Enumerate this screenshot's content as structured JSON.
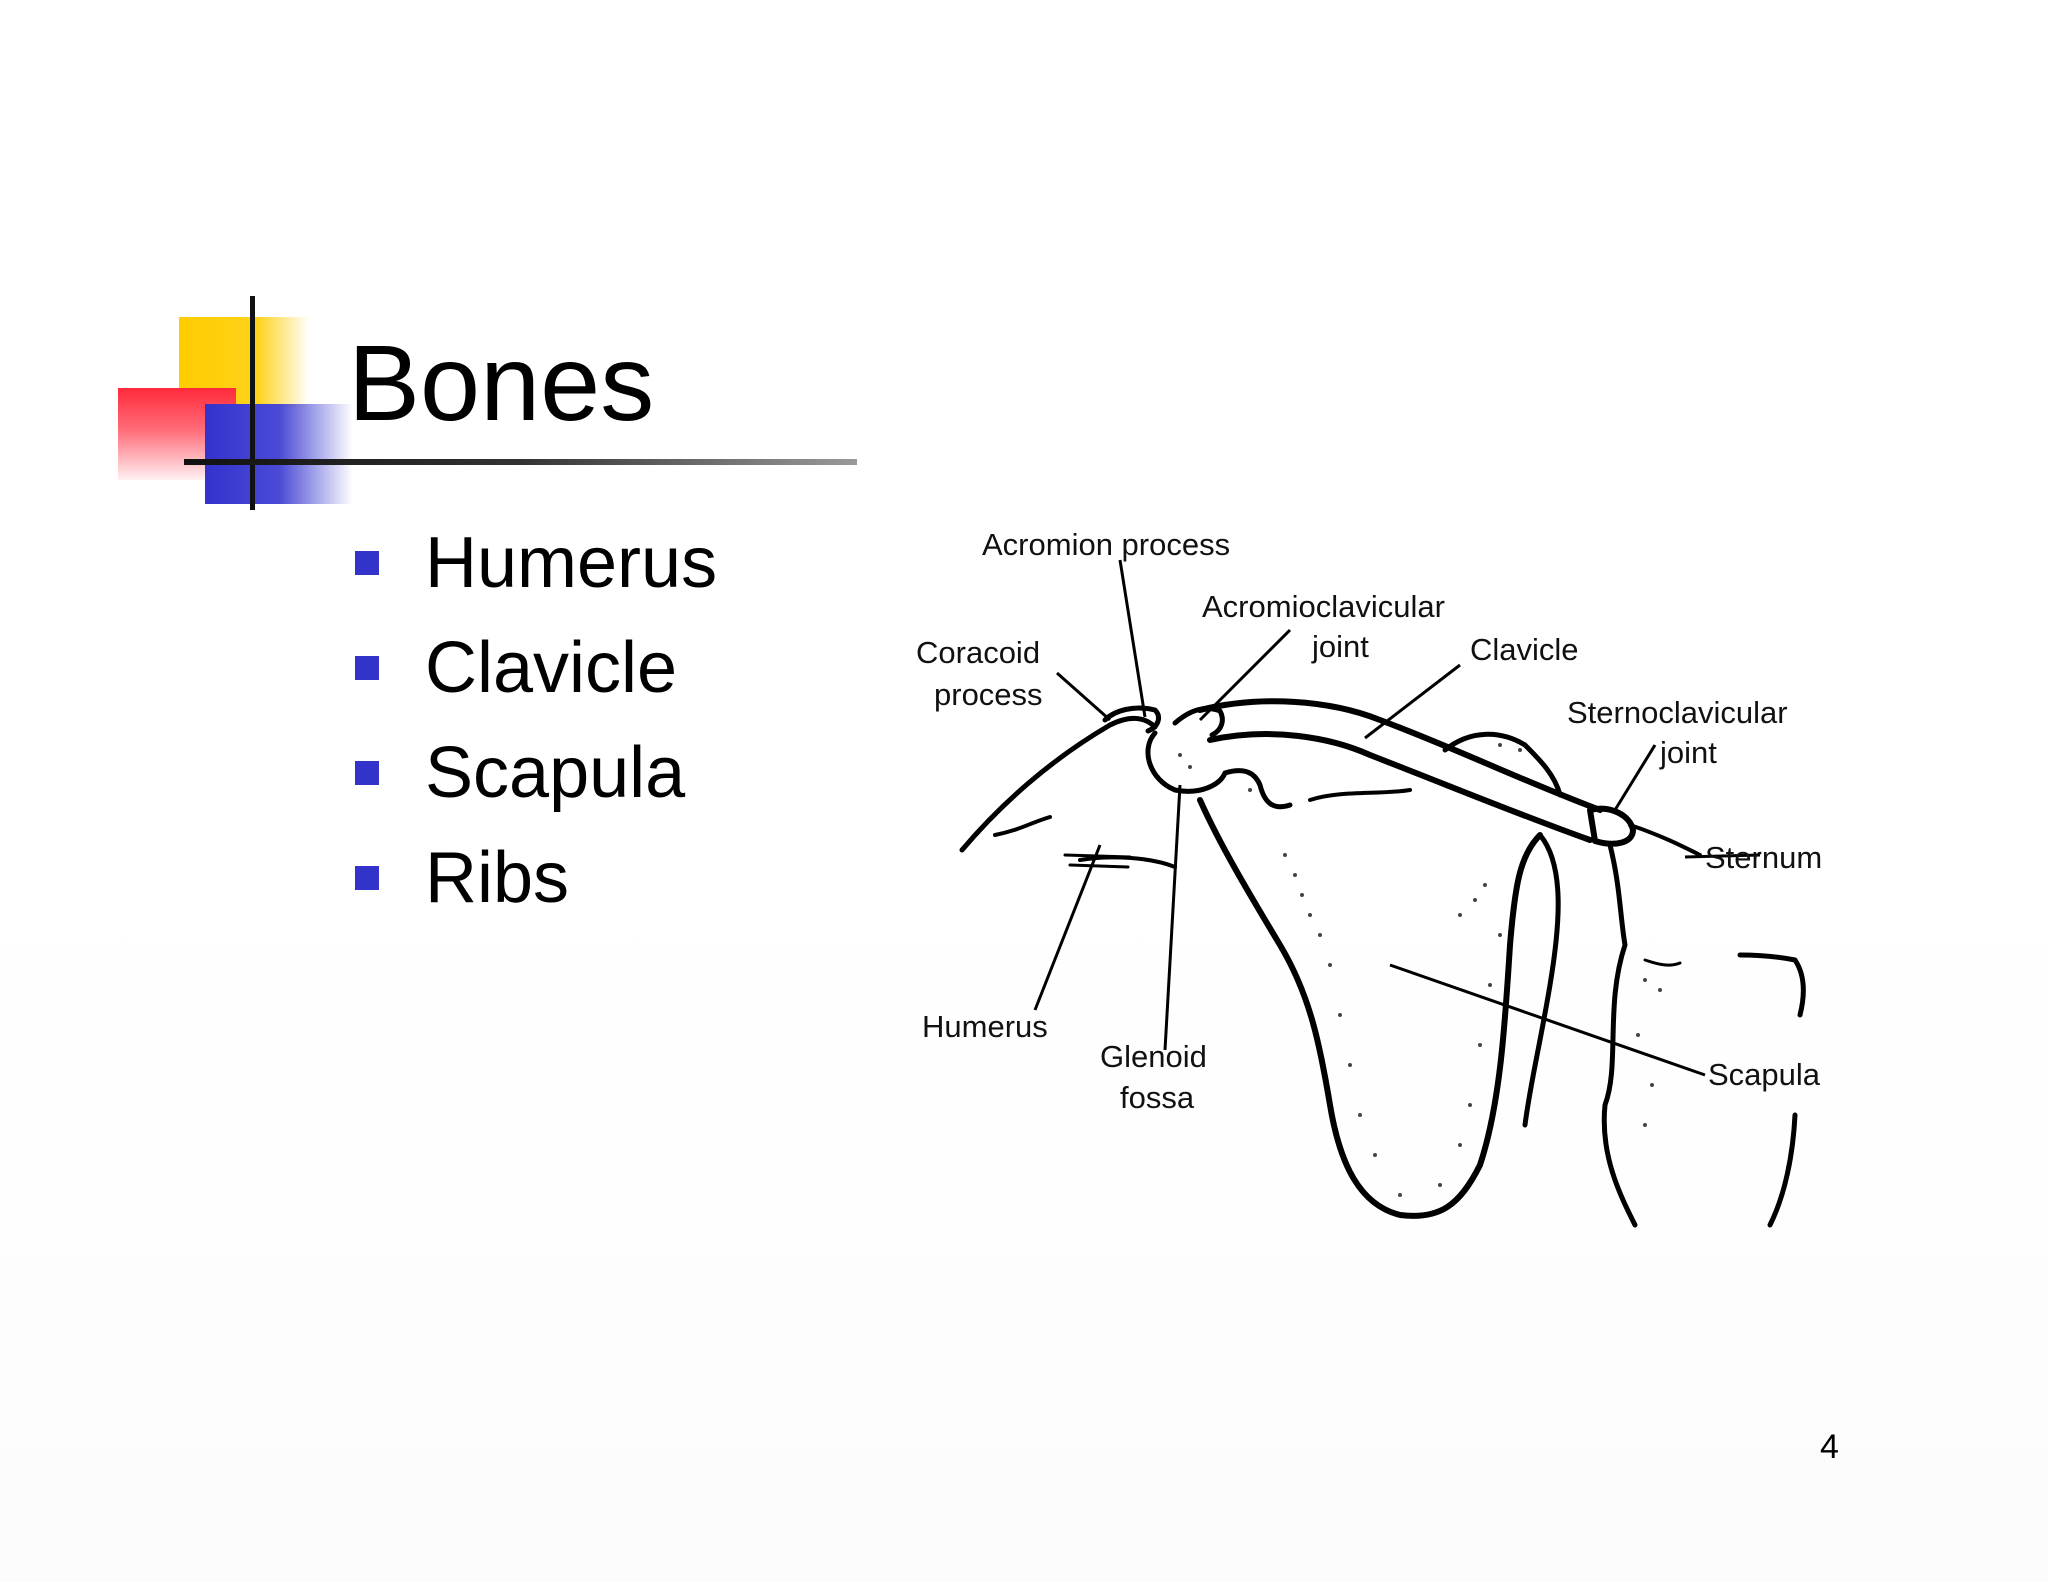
{
  "slide": {
    "title": "Bones",
    "bullets": [
      {
        "text": "Humerus"
      },
      {
        "text": "Clavicle"
      },
      {
        "text": "Scapula"
      },
      {
        "text": "Ribs"
      }
    ],
    "page_number": "4"
  },
  "diagram": {
    "labels": {
      "acromion": "Acromion process",
      "acromioclavicular_1": "Acromioclavicular",
      "acromioclavicular_2": "joint",
      "coracoid_1": "Coracoid",
      "coracoid_2": "process",
      "clavicle": "Clavicle",
      "sternoclavicular_1": "Sternoclavicular",
      "sternoclavicular_2": "joint",
      "sternum": "Sternum",
      "humerus": "Humerus",
      "glenoid_1": "Glenoid",
      "glenoid_2": "fossa",
      "scapula": "Scapula"
    }
  },
  "colors": {
    "bullet": "#3333cc",
    "accent_yellow": "#ffcc00",
    "accent_red": "#ff2a3a",
    "accent_blue": "#3333cc"
  }
}
